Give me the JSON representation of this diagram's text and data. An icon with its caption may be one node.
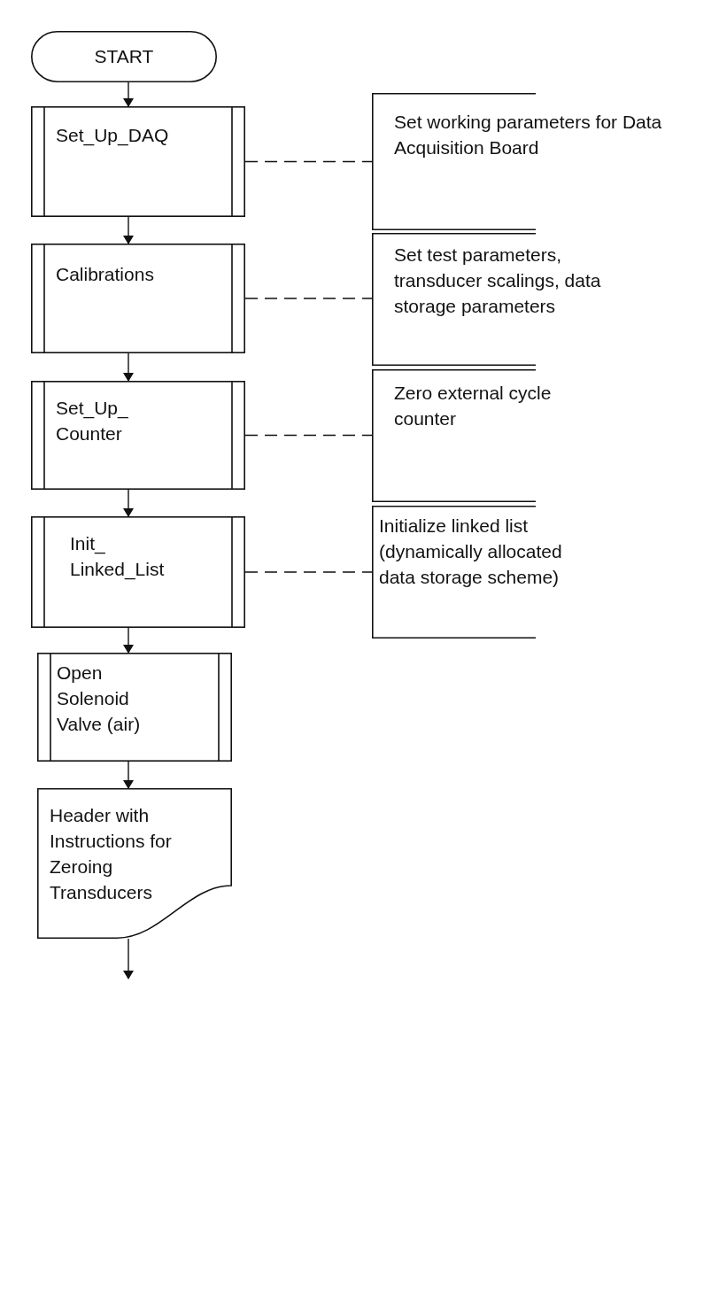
{
  "diagram": {
    "nodes": [
      {
        "text": [
          "START"
        ]
      },
      {
        "text": [
          "Set_Up_DAQ"
        ]
      },
      {
        "text": [
          "Set working parameters for Data Acquisition Board"
        ]
      },
      {
        "text": [
          "Calibrations"
        ]
      },
      {
        "text": [
          "Set test parameters, transducer scalings, data storage parameters"
        ]
      },
      {
        "text": [
          "Set_Up_ Counter"
        ]
      },
      {
        "text": [
          "Zero external cycle counter"
        ]
      },
      {
        "text": [
          "Init_ Linked_List"
        ]
      },
      {
        "text": [
          "Initialize linked list (dynamically allocated data storage scheme)"
        ]
      },
      {
        "text": [
          "Open Solenoid Valve (air)"
        ]
      },
      {
        "text": [
          "Header with Instructions for Zeroing Transducers"
        ]
      }
    ],
    "edges": [
      {
        "from": 0,
        "to": 1,
        "arrow": "to"
      },
      {
        "from": 1,
        "to": 2,
        "arrow": "none",
        "style": "dashed"
      },
      {
        "from": 1,
        "to": 3,
        "arrow": "to"
      },
      {
        "from": 3,
        "to": 4,
        "arrow": "none",
        "style": "dashed"
      },
      {
        "from": 3,
        "to": 5,
        "arrow": "to"
      },
      {
        "from": 5,
        "to": 6,
        "arrow": "none",
        "style": "dashed"
      },
      {
        "from": 5,
        "to": 7,
        "arrow": "to"
      },
      {
        "from": 7,
        "to": 8,
        "arrow": "none",
        "style": "dashed"
      },
      {
        "from": 7,
        "to": 9,
        "arrow": "to"
      },
      {
        "from": 9,
        "to": 10,
        "arrow": "to"
      },
      {
        "from": 10,
        "to": null,
        "arrow": "to"
      }
    ]
  }
}
